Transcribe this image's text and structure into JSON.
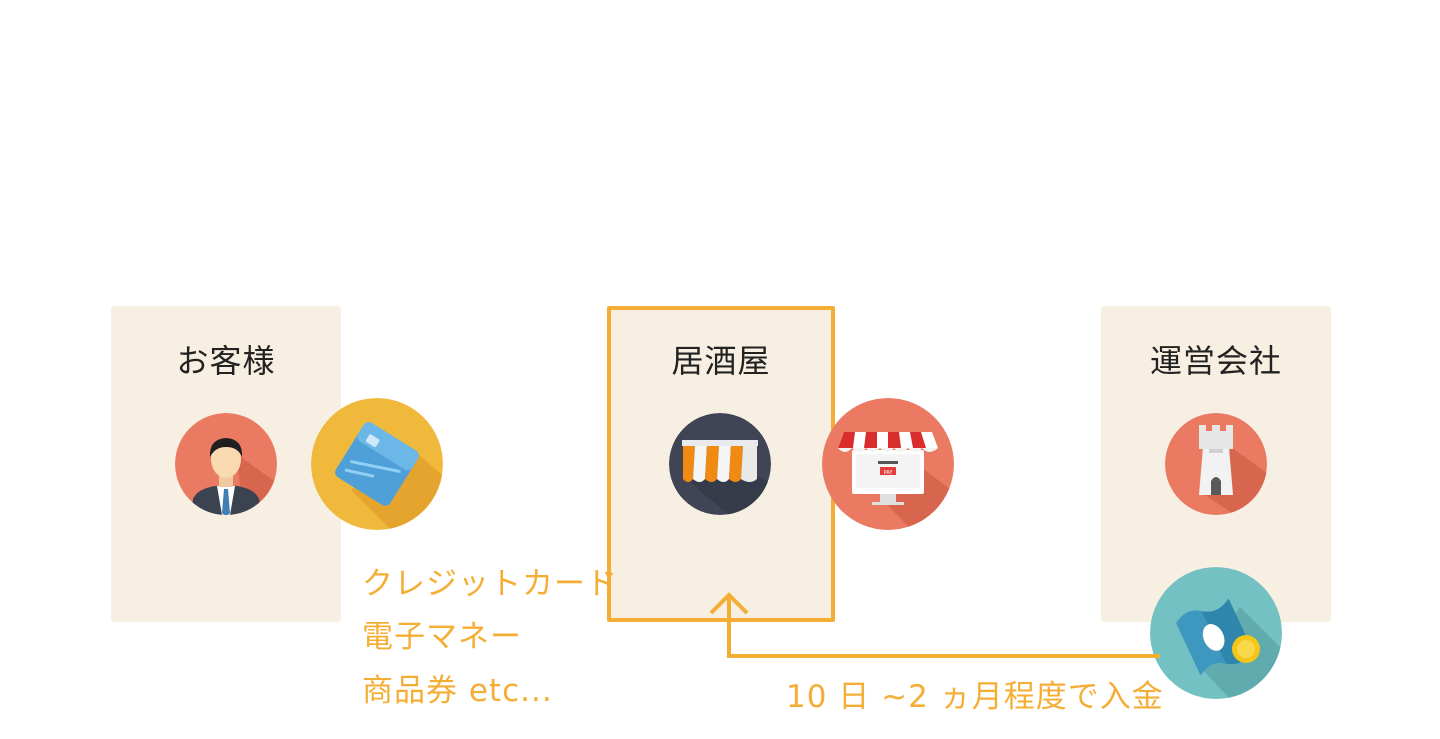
{
  "panels": {
    "customer": {
      "title": "お客様"
    },
    "shop": {
      "title": "居酒屋"
    },
    "company": {
      "title": "運営会社"
    }
  },
  "payment_methods": {
    "line1": "クレジットカード",
    "line2": "電子マネー",
    "line3": "商品券 etc..."
  },
  "deposit_note": "10 日 ~2 ヵ月程度で入金",
  "icons": {
    "customer": "businessman-icon",
    "card": "credit-card-icon",
    "shop": "shop-awning-icon",
    "online_shop": "online-shop-pay-icon",
    "company": "castle-tower-icon",
    "money": "money-banknote-icon"
  },
  "colors": {
    "accent": "#f5ae35",
    "panel_bg": "#f6efe2",
    "coral": "#ea7a61",
    "yellow": "#f0b93c",
    "navy": "#3f4555",
    "teal": "#74c1c3"
  },
  "pay_label": "PAY"
}
